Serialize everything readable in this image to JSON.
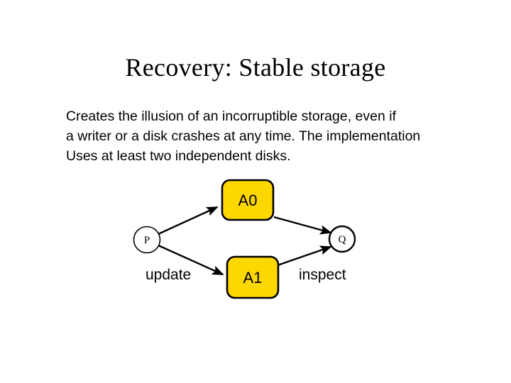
{
  "slide": {
    "title": "Recovery: Stable storage",
    "body_lines": [
      "Creates the illusion of an incorruptible storage, even if",
      "a writer or a disk crashes at any time. The implementation",
      "Uses at least two independent disks."
    ],
    "background_color": "#ffffff",
    "text_color": "#000000"
  },
  "diagram": {
    "type": "flow-graph",
    "accent_color": "#ffd700",
    "stroke_color": "#000000",
    "nodes": [
      {
        "id": "P",
        "label": "P",
        "shape": "circle"
      },
      {
        "id": "A0",
        "label": "A0",
        "shape": "rounded-rect"
      },
      {
        "id": "A1",
        "label": "A1",
        "shape": "rounded-rect"
      },
      {
        "id": "Q",
        "label": "Q",
        "shape": "circle"
      }
    ],
    "edges": [
      {
        "from": "P",
        "to": "A0"
      },
      {
        "from": "P",
        "to": "A1"
      },
      {
        "from": "A0",
        "to": "Q"
      },
      {
        "from": "A1",
        "to": "Q"
      }
    ],
    "edge_labels": {
      "left": "update",
      "right": "inspect"
    }
  }
}
